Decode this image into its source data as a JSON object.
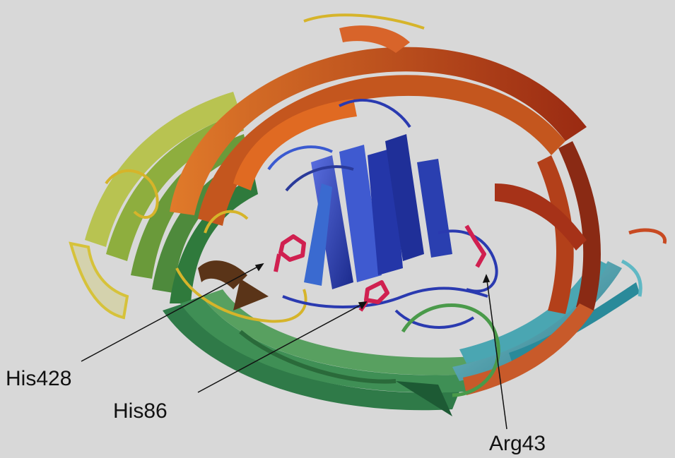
{
  "labels": {
    "his428": "His428",
    "his86": "His86",
    "arg43": "Arg43"
  },
  "colors": {
    "background": "#d8d8d8",
    "blue": "#2a3fb0",
    "orange": "#d2551f",
    "green": "#3a8a4a",
    "yellow": "#b8b83a",
    "teal": "#3a9aa6",
    "residue": "#d02050"
  }
}
